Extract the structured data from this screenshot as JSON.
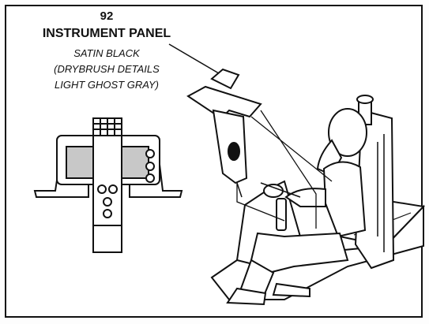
{
  "callout": {
    "part_number": "92",
    "part_name": "INSTRUMENT PANEL",
    "paint_lines": [
      "SATIN BLACK",
      "(DRYBRUSH DETAILS",
      "LIGHT GHOST GRAY)"
    ]
  },
  "colors": {
    "ink": "#111111",
    "screen_fill": "#c8c8c8",
    "paper": "#ffffff"
  }
}
